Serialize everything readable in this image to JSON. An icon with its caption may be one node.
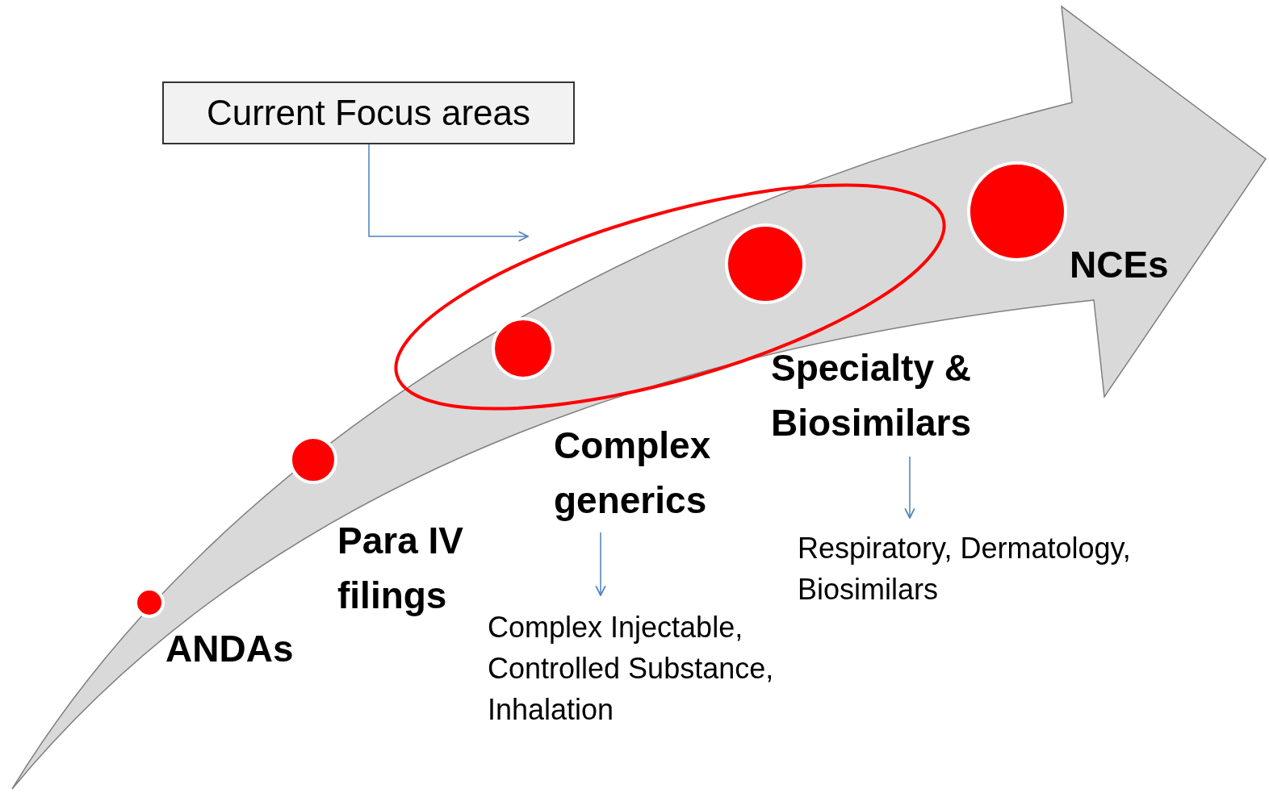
{
  "diagram": {
    "nodes": [
      {
        "text": [
          "Current Focus areas"
        ]
      },
      {
        "text": [],
        "shape": "ellipse"
      },
      {
        "text": [
          "Complex generics"
        ]
      },
      {
        "text": [
          "Complex Injectable, Controlled Substance, Inhalation"
        ]
      },
      {
        "text": [
          "Specialty & Biosimilars"
        ]
      },
      {
        "text": [
          "Respiratory, Dermatology, Biosimilars"
        ]
      }
    ],
    "edges": [
      {
        "from": 0,
        "to": 1,
        "arrow": "to"
      },
      {
        "from": 2,
        "to": 3,
        "arrow": "to"
      },
      {
        "from": 4,
        "to": 5,
        "arrow": "to"
      }
    ],
    "labels": [
      "ANDAs",
      "Para IV filings",
      "NCEs"
    ]
  }
}
